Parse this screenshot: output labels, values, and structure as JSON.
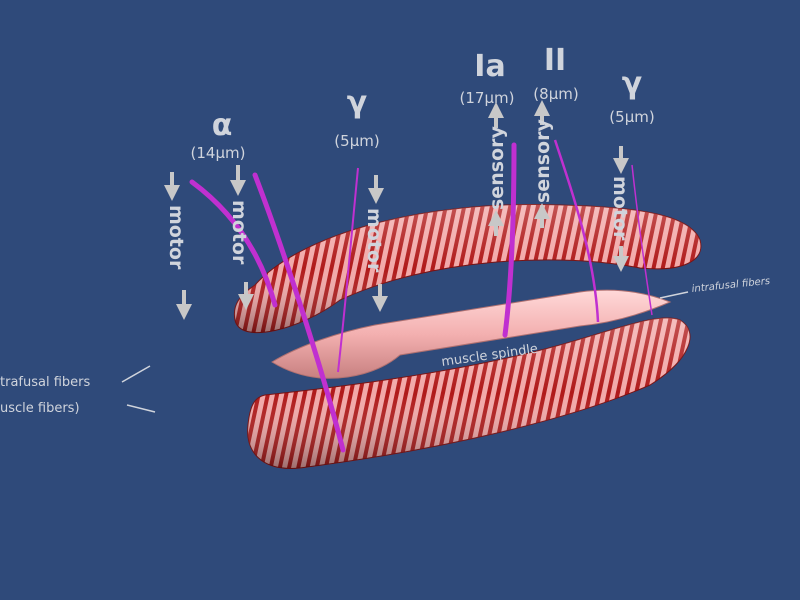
{
  "nerves": {
    "alpha": {
      "symbol": "α",
      "diameter": "(14μm)"
    },
    "gamma_left": {
      "symbol": "γ",
      "diameter": "(5μm)"
    },
    "Ia": {
      "symbol": "Ia",
      "diameter": "(17μm)"
    },
    "II": {
      "symbol": "II",
      "diameter": "(8μm)"
    },
    "gamma_right": {
      "symbol": "γ",
      "diameter": "(5μm)"
    }
  },
  "labels": {
    "motor": "motor",
    "sensory": "sensory",
    "muscle_spindle": "muscle spindle",
    "intrafusal_fibers": "intrafusal fibers",
    "extrafusal_line1": "trafusal fibers",
    "extrafusal_line2": "uscle fibers)"
  },
  "colors": {
    "background": "#2f4a7a",
    "stripe_dark": "#b01a1a",
    "stripe_light": "#f2a8a8",
    "spindle": "#f3b0b0",
    "nerve": "#c030d0",
    "label": "#d0d4dc"
  }
}
